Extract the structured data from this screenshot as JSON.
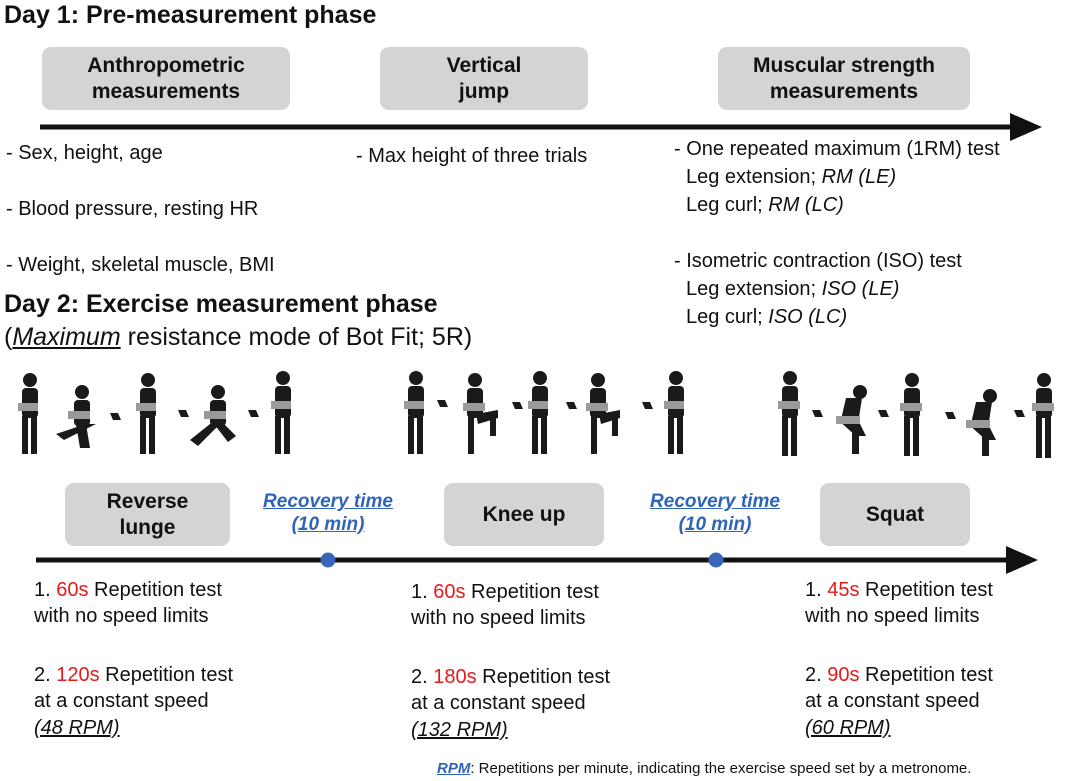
{
  "day1": {
    "title": "Day 1: Pre-measurement phase",
    "boxes": [
      {
        "line1": "Anthropometric",
        "line2": "measurements"
      },
      {
        "line1": "Vertical",
        "line2": "jump"
      },
      {
        "line1": "Muscular strength",
        "line2": "measurements"
      }
    ],
    "anthro": [
      "- Sex, height, age",
      "- Blood pressure, resting HR",
      "- Weight, skeletal muscle, BMI"
    ],
    "jump": "- Max height of three trials",
    "strength": {
      "rm_title": "- One repeated maximum (1RM) test",
      "rm_ext_label": "Leg extension; ",
      "rm_ext_val": "RM (LE)",
      "rm_curl_label": "Leg curl; ",
      "rm_curl_val": "RM (LC)",
      "iso_title": "- Isometric contraction (ISO) test",
      "iso_ext_label": "Leg extension; ",
      "iso_ext_val": "ISO (LE)",
      "iso_curl_label": "Leg curl; ",
      "iso_curl_val": "ISO (LC)"
    }
  },
  "day2": {
    "title": "Day 2: Exercise measurement phase",
    "sub_open": "(",
    "sub_emph": "Maximum",
    "sub_rest": " resistance mode of Bot Fit; 5R)",
    "recovery": {
      "line1": "Recovery time",
      "line2": "(10 min)"
    },
    "exercises": [
      {
        "name1": "Reverse",
        "name2": "lunge",
        "t1": "60s",
        "t2": "120s",
        "speed": "(48 RPM)"
      },
      {
        "name1": "Knee up",
        "name2": "",
        "t1": "60s",
        "t2": "180s",
        "speed": "(132 RPM)"
      },
      {
        "name1": "Squat",
        "name2": "",
        "t1": "45s",
        "t2": "90s",
        "speed": "(60 RPM)"
      }
    ],
    "item1_prefix": "1. ",
    "item1_rest": " Repetition test",
    "item1_line2": "with no speed limits",
    "item2_prefix": "2. ",
    "item2_rest": " Repetition test",
    "item2_line2": "at a constant speed"
  },
  "footnote": {
    "abbr": "RPM",
    "text": ": Repetitions per minute, indicating the exercise speed set by a metronome."
  },
  "colors": {
    "accent_red": "#e31b1b",
    "accent_blue": "#2f64b8",
    "box_gray": "#d4d4d4",
    "dot_blue": "#3a66b8"
  }
}
